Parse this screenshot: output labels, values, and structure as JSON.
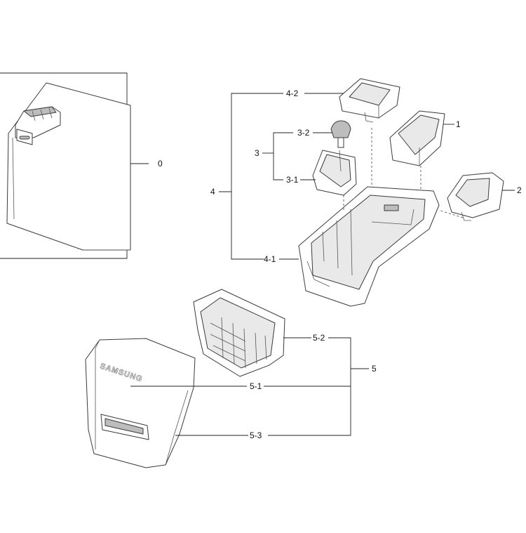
{
  "callouts": {
    "c0": "0",
    "c1": "1",
    "c2": "2",
    "c3": "3",
    "c3_1": "3-1",
    "c3_2": "3-2",
    "c4": "4",
    "c4_1": "4-1",
    "c4_2": "4-2",
    "c5": "5",
    "c5_1": "5-1",
    "c5_2": "5-2",
    "c5_3": "5-3"
  },
  "brand_text": "SAMSUNG"
}
